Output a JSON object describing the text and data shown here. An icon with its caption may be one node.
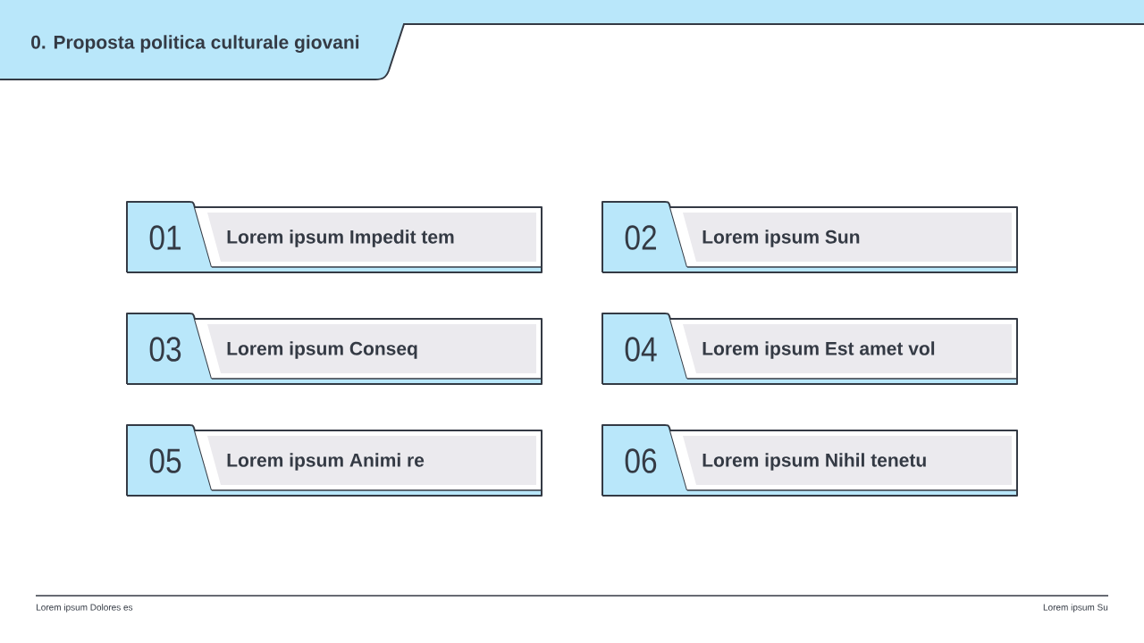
{
  "diagram": {
    "title": "0. Proposta politica culturale giovani",
    "nodes": [
      {
        "text": [
          "01",
          "Lorem ipsum Impedit tem"
        ]
      },
      {
        "text": [
          "02",
          "Lorem ipsum Sun"
        ]
      },
      {
        "text": [
          "03",
          "Lorem ipsum Conseq"
        ]
      },
      {
        "text": [
          "04",
          "Lorem ipsum Est amet vol"
        ]
      },
      {
        "text": [
          "05",
          "Lorem ipsum Animi re"
        ]
      },
      {
        "text": [
          "06",
          "Lorem ipsum Nihil tenetu"
        ]
      }
    ],
    "labels": [
      "Lorem ipsum Dolores es",
      "Lorem ipsum Su"
    ]
  }
}
